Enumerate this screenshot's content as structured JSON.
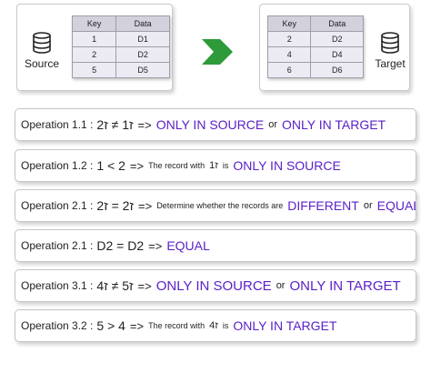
{
  "source_panel": {
    "label": "Source",
    "headers": [
      "Key",
      "Data"
    ],
    "rows": [
      [
        "1",
        "D1"
      ],
      [
        "2",
        "D2"
      ],
      [
        "5",
        "D5"
      ]
    ]
  },
  "target_panel": {
    "label": "Target",
    "headers": [
      "Key",
      "Data"
    ],
    "rows": [
      [
        "2",
        "D2"
      ],
      [
        "4",
        "D4"
      ],
      [
        "6",
        "D6"
      ]
    ]
  },
  "colors": {
    "arrow": "#2e9a3a",
    "highlight": "#5b21c8"
  },
  "operations": [
    {
      "name": "Operation 1.1 :",
      "expr": "ז1 ≠ ז2",
      "arrow": "=>",
      "result_a": "ONLY IN SOURCE",
      "connector": "or",
      "result_b": "ONLY IN TARGET"
    },
    {
      "name": "Operation 1.2 :",
      "expr": "1 < 2",
      "arrow": "=>",
      "text_a": "The record with",
      "key": "ז1",
      "text_b": "is",
      "result": "ONLY IN SOURCE"
    },
    {
      "name": "Operation 2.1 :",
      "expr": "ז2 = ז2",
      "arrow": "=>",
      "text": "Determine whether the records are",
      "result_a": "DIFFERENT",
      "connector": "or",
      "result_b": "EQUAL"
    },
    {
      "name": "Operation 2.1 :",
      "expr": "D2 = D2",
      "arrow": "=>",
      "result": "EQUAL"
    },
    {
      "name": "Operation 3.1 :",
      "expr": "ז5 ≠ ז4",
      "arrow": "=>",
      "result_a": "ONLY IN SOURCE",
      "connector": "or",
      "result_b": "ONLY IN TARGET"
    },
    {
      "name": "Operation 3.2 :",
      "expr": "5 > 4",
      "arrow": "=>",
      "text_a": "The record with",
      "key": "ז4",
      "text_b": "is",
      "result": "ONLY IN TARGET"
    }
  ]
}
